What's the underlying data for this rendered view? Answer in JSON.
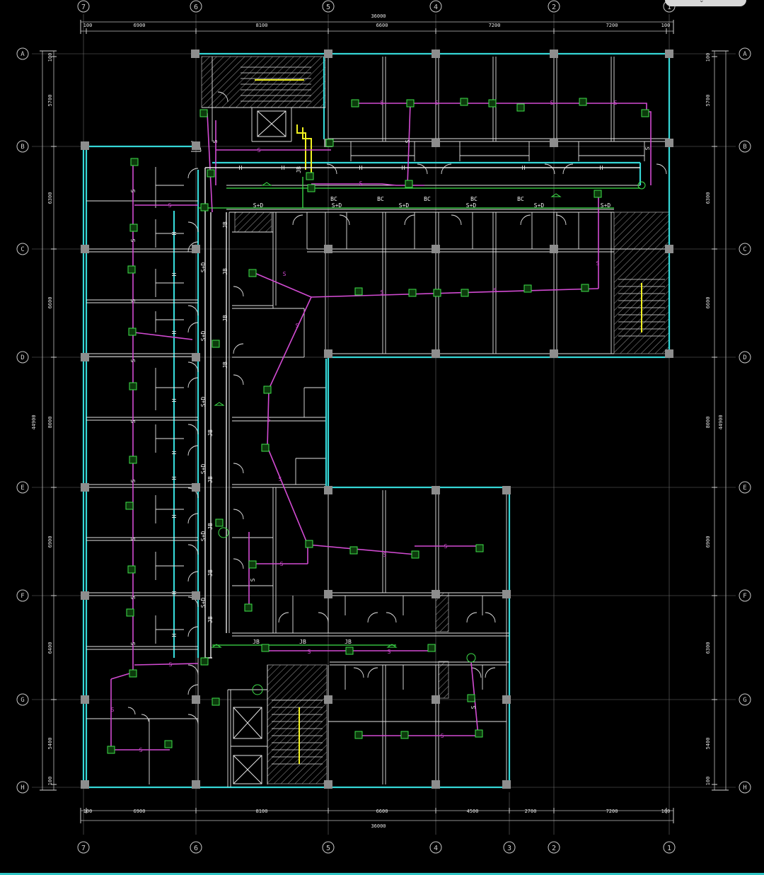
{
  "drawing": {
    "colors": {
      "axis": "#b8b8b8",
      "wall": "#e6e6e6",
      "exterior": "#35d6d6",
      "column": "#8c8c8c",
      "sewer": "#d24bd2",
      "green": "#3ee04a",
      "yellow": "#f0f020",
      "hatch": "#c8c8c8",
      "text": "#e0e0e0"
    },
    "axes_top": [
      "7",
      "6",
      "5",
      "4",
      "2",
      "1"
    ],
    "axes_bottom": [
      "7",
      "6",
      "5",
      "4",
      "3",
      "2",
      "1"
    ],
    "axes_rows": [
      "A",
      "B",
      "C",
      "D",
      "E",
      "F",
      "G",
      "H"
    ],
    "top_dims": [
      "100",
      "6900",
      "8100",
      "6600",
      "7200",
      "7200",
      "100"
    ],
    "top_total": "36000",
    "bottom_dims": [
      "100",
      "6900",
      "8100",
      "6600",
      "4500",
      "2700",
      "7200",
      "100"
    ],
    "bottom_total": "36000",
    "left_dims": [
      "100",
      "5700",
      "6300",
      "6600",
      "8000",
      "6900",
      "6400",
      "5400",
      "100"
    ],
    "left_total": "44900",
    "right_dims": [
      "100",
      "5700",
      "6300",
      "6600",
      "8000",
      "6900",
      "6300",
      "5400",
      "100"
    ],
    "right_total": "44900",
    "pipe_labels": {
      "s": "S",
      "sd": "S+D",
      "jb": "JB",
      "bc": "BC",
      "h": "H"
    }
  }
}
